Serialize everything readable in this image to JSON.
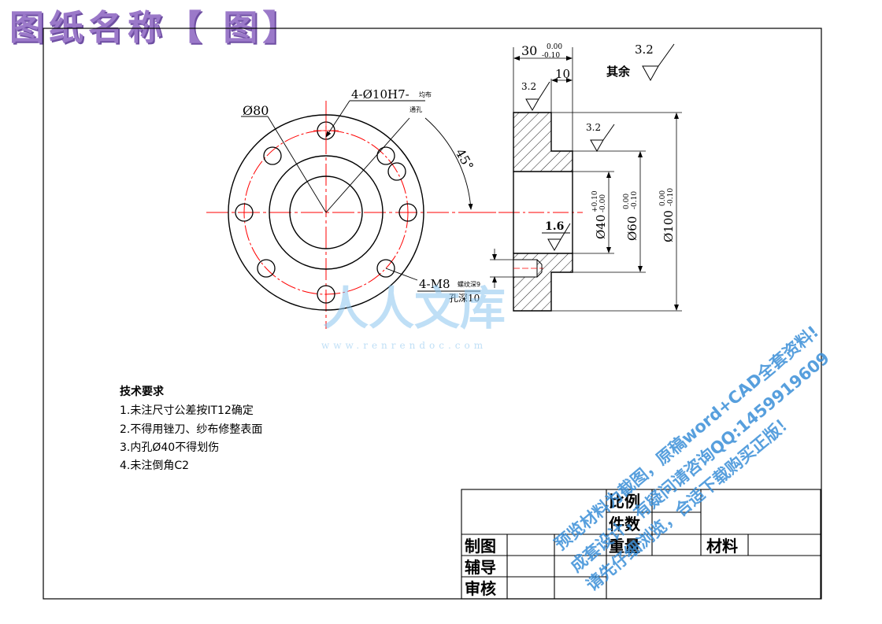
{
  "header": {
    "title": "图纸名称【 图】"
  },
  "front_view": {
    "outer_diameter": "Ø80",
    "holes_note": "4-Ø10H7-",
    "holes_note_small1": "均布",
    "holes_note_small2": "通孔",
    "angle": "45°",
    "thread_note": "4-M8",
    "thread_note_small": "螺纹深9",
    "thread_note_line2": "孔深10"
  },
  "section_view": {
    "width_dim": "30",
    "width_tol_upper": "0.00",
    "width_tol_lower": "-0.10",
    "step_dim": "10",
    "rough_top": "3.2",
    "rough_mid": "3.2",
    "rough_bore": "1.6",
    "rest_rough_value": "3.2",
    "rest_rough_label": "其余",
    "d40": "Ø40",
    "d40_tol_upper": "+0.10",
    "d40_tol_lower": "-0.00",
    "d60": "Ø60",
    "d60_tol_upper": "0.00",
    "d60_tol_lower": "-0.10",
    "d100": "Ø100",
    "d100_tol_upper": "0.00",
    "d100_tol_lower": "-0.10"
  },
  "tech_requirements": {
    "title": "技术要求",
    "items": [
      "1.未注尺寸公差按IT12确定",
      "2.不得用锉刀、纱布修整表面",
      "3.内孔Ø40不得划伤",
      "4.未注倒角C2"
    ]
  },
  "title_block": {
    "scale_label": "比例",
    "quantity_label": "件数",
    "drawn_label": "制图",
    "weight_label": "重量",
    "material_label": "材料",
    "guide_label": "辅导",
    "review_label": "审核"
  },
  "watermark": {
    "site": "www.renrendoc.com",
    "diagonal_line1": "预览材料为截图，原稿word+CAD全套资料!",
    "diagonal_line2": "成套设计，有疑问请咨询QQ:1459919609",
    "diagonal_line3": "请先仔细浏览，合适下载购买正版！"
  },
  "colors": {
    "line": "#000000",
    "centerline": "#ff0000",
    "title_purple": "#9b79c9",
    "watermark_blue": "#3a8fd8"
  }
}
